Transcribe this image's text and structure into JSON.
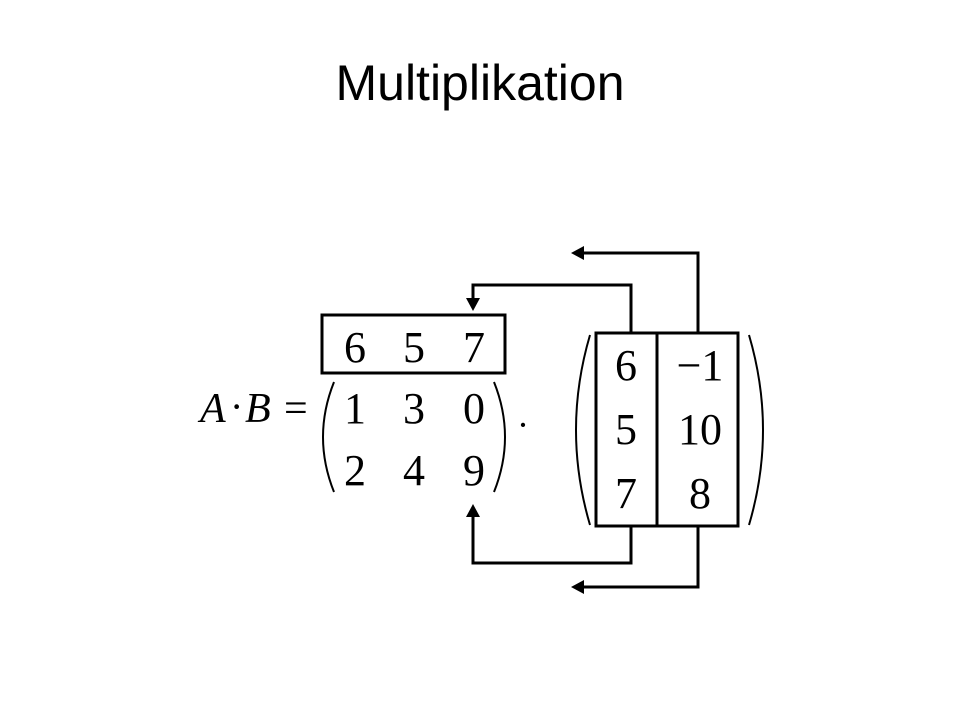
{
  "slide": {
    "title": "Multiplikation"
  },
  "equation": {
    "lhs_a": "A",
    "dot": "·",
    "lhs_b": "B",
    "equals": "=",
    "times": "·"
  },
  "matrix_a": {
    "rows": [
      [
        "6",
        "5",
        "7"
      ],
      [
        "1",
        "3",
        "0"
      ],
      [
        "2",
        "4",
        "9"
      ]
    ]
  },
  "matrix_b": {
    "rows": [
      [
        "6",
        "−1"
      ],
      [
        "5",
        "10"
      ],
      [
        "7",
        "8"
      ]
    ]
  },
  "colors": {
    "ink": "#000000",
    "background": "#ffffff"
  }
}
